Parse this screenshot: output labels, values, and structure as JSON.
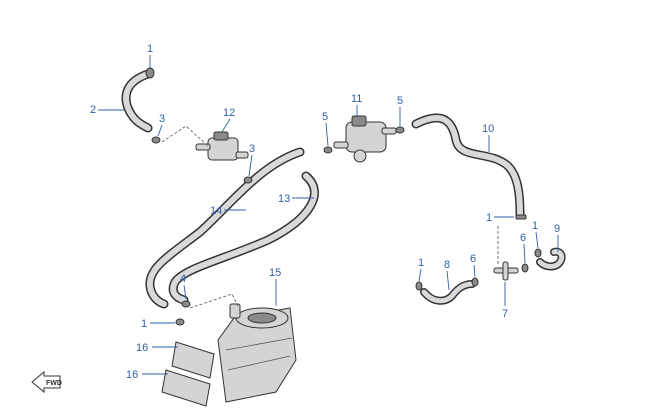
{
  "callouts": [
    {
      "id": "c1a",
      "label": "1"
    },
    {
      "id": "c2",
      "label": "2"
    },
    {
      "id": "c3a",
      "label": "3"
    },
    {
      "id": "c12",
      "label": "12"
    },
    {
      "id": "c3b",
      "label": "3"
    },
    {
      "id": "c5a",
      "label": "5"
    },
    {
      "id": "c11",
      "label": "11"
    },
    {
      "id": "c5b",
      "label": "5"
    },
    {
      "id": "c10",
      "label": "10"
    },
    {
      "id": "c13",
      "label": "13"
    },
    {
      "id": "c14",
      "label": "14"
    },
    {
      "id": "c1b",
      "label": "1"
    },
    {
      "id": "c1c",
      "label": "1"
    },
    {
      "id": "c6a",
      "label": "6"
    },
    {
      "id": "c9",
      "label": "9"
    },
    {
      "id": "c1d",
      "label": "1"
    },
    {
      "id": "c8",
      "label": "8"
    },
    {
      "id": "c6b",
      "label": "6"
    },
    {
      "id": "c7",
      "label": "7"
    },
    {
      "id": "c4",
      "label": "4"
    },
    {
      "id": "c15",
      "label": "15"
    },
    {
      "id": "c1e",
      "label": "1"
    },
    {
      "id": "c16a",
      "label": "16"
    },
    {
      "id": "c16b",
      "label": "16"
    }
  ],
  "direction_arrow": {
    "text": "FWD",
    "icon": "forward-direction-arrow-icon"
  },
  "colors": {
    "callout": "#2f5fa7",
    "part": "#d4d4d4",
    "outline": "#333333"
  }
}
